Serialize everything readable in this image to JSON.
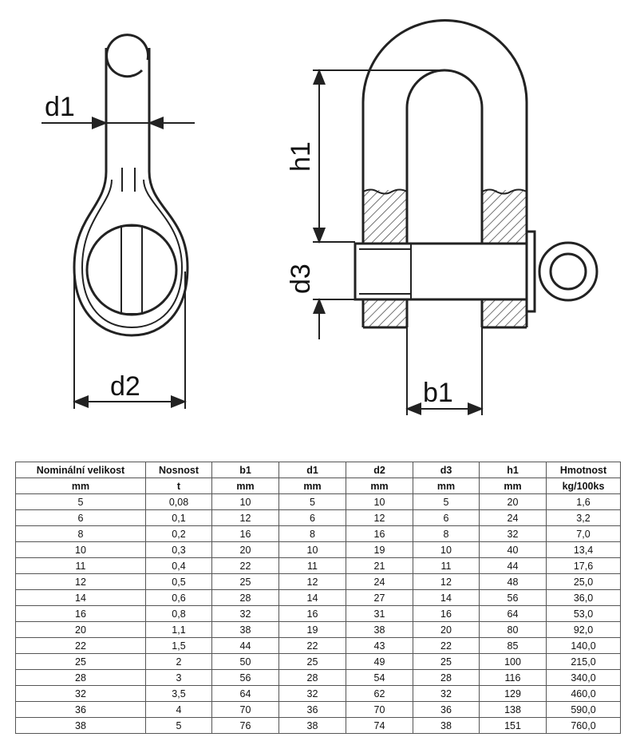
{
  "labels": {
    "d1": "d1",
    "d2": "d2",
    "h1": "h1",
    "d3": "d3",
    "b1": "b1"
  },
  "table": {
    "headers": [
      "Nominální velikost",
      "Nosnost",
      "b1",
      "d1",
      "d2",
      "d3",
      "h1",
      "Hmotnost"
    ],
    "units": [
      "mm",
      "t",
      "mm",
      "mm",
      "mm",
      "mm",
      "mm",
      "kg/100ks"
    ],
    "rows": [
      [
        "5",
        "0,08",
        "10",
        "5",
        "10",
        "5",
        "20",
        "1,6"
      ],
      [
        "6",
        "0,1",
        "12",
        "6",
        "12",
        "6",
        "24",
        "3,2"
      ],
      [
        "8",
        "0,2",
        "16",
        "8",
        "16",
        "8",
        "32",
        "7,0"
      ],
      [
        "10",
        "0,3",
        "20",
        "10",
        "19",
        "10",
        "40",
        "13,4"
      ],
      [
        "11",
        "0,4",
        "22",
        "11",
        "21",
        "11",
        "44",
        "17,6"
      ],
      [
        "12",
        "0,5",
        "25",
        "12",
        "24",
        "12",
        "48",
        "25,0"
      ],
      [
        "14",
        "0,6",
        "28",
        "14",
        "27",
        "14",
        "56",
        "36,0"
      ],
      [
        "16",
        "0,8",
        "32",
        "16",
        "31",
        "16",
        "64",
        "53,0"
      ],
      [
        "20",
        "1,1",
        "38",
        "19",
        "38",
        "20",
        "80",
        "92,0"
      ],
      [
        "22",
        "1,5",
        "44",
        "22",
        "43",
        "22",
        "85",
        "140,0"
      ],
      [
        "25",
        "2",
        "50",
        "25",
        "49",
        "25",
        "100",
        "215,0"
      ],
      [
        "28",
        "3",
        "56",
        "28",
        "54",
        "28",
        "116",
        "340,0"
      ],
      [
        "32",
        "3,5",
        "64",
        "32",
        "62",
        "32",
        "129",
        "460,0"
      ],
      [
        "36",
        "4",
        "70",
        "36",
        "70",
        "36",
        "138",
        "590,0"
      ],
      [
        "38",
        "5",
        "76",
        "38",
        "74",
        "38",
        "151",
        "760,0"
      ]
    ]
  }
}
